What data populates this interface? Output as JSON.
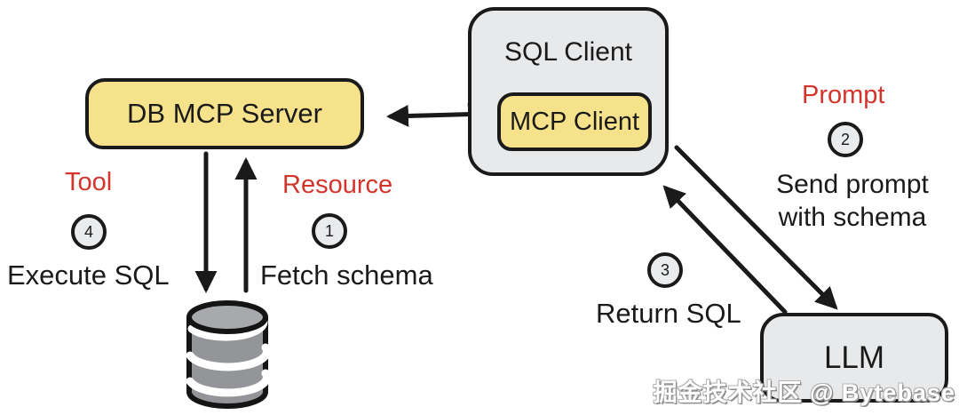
{
  "diagram": {
    "title_implicit": "DB MCP flow",
    "nodes": {
      "db_mcp_server": "DB MCP Server",
      "sql_client": "SQL Client",
      "mcp_client": "MCP Client",
      "llm": "LLM"
    },
    "labels": {
      "tool": "Tool",
      "resource": "Resource",
      "prompt": "Prompt"
    },
    "steps": {
      "s1": {
        "num": "1",
        "text": "Fetch schema"
      },
      "s2": {
        "num": "2",
        "line1": "Send prompt",
        "line2": "with schema"
      },
      "s3": {
        "num": "3",
        "text": "Return SQL"
      },
      "s4": {
        "num": "4",
        "text": "Execute SQL"
      }
    },
    "icons": {
      "database": "database-cylinder-icon"
    },
    "colors": {
      "node_yellow": "#f7e28c",
      "node_gray": "#e8e9eb",
      "outline_black": "#1a1a1a",
      "accent_red": "#d3352c",
      "db_body_gray": "#939598",
      "db_top_gray": "#a7a9ac"
    }
  },
  "watermark": {
    "text": "掘金技术社区 @ Bytebase"
  }
}
